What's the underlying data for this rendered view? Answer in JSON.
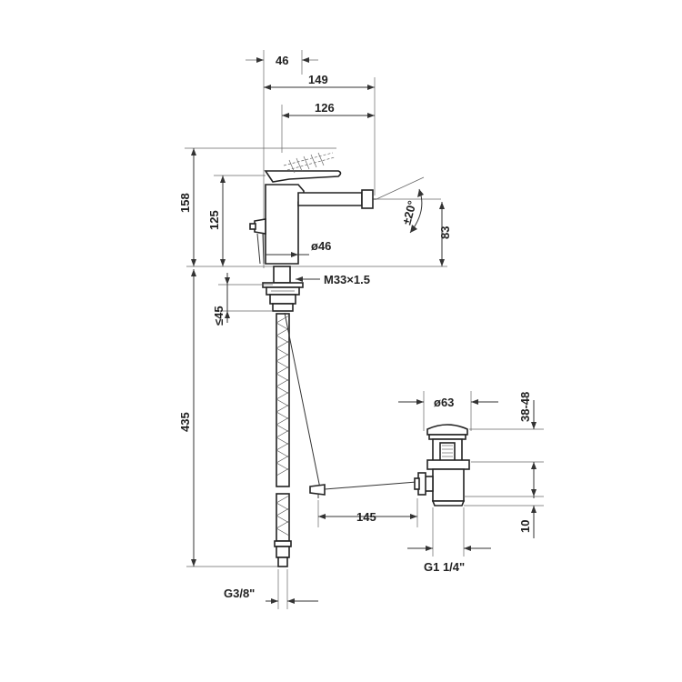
{
  "drawing": {
    "dimensions": {
      "d46_top": "46",
      "d149": "149",
      "d126": "126",
      "d158": "158",
      "d125": "125",
      "d20deg": "±20°",
      "d83": "83",
      "dia46": "ø46",
      "m33": "M33×1.5",
      "le45": "≤45",
      "d435": "435",
      "dia63": "ø63",
      "d38_48": "38-48",
      "d145": "145",
      "d10": "10",
      "g114": "G1 1/4\"",
      "g38": "G3/8\""
    }
  }
}
